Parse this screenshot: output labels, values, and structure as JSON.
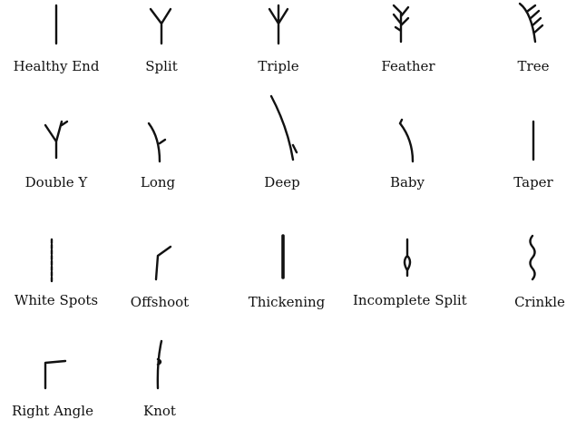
{
  "items": [
    {
      "label": "Healthy End",
      "icon": "healthy-end-icon"
    },
    {
      "label": "Split",
      "icon": "split-end-icon"
    },
    {
      "label": "Triple",
      "icon": "triple-split-icon"
    },
    {
      "label": "Feather",
      "icon": "feather-split-icon"
    },
    {
      "label": "Tree",
      "icon": "tree-split-icon"
    },
    {
      "label": "Double Y",
      "icon": "double-y-icon"
    },
    {
      "label": "Long",
      "icon": "long-split-icon"
    },
    {
      "label": "Deep",
      "icon": "deep-split-icon"
    },
    {
      "label": "Baby",
      "icon": "baby-split-icon"
    },
    {
      "label": "Taper",
      "icon": "taper-icon"
    },
    {
      "label": "White Spots",
      "icon": "white-spots-icon"
    },
    {
      "label": "Offshoot",
      "icon": "offshoot-icon"
    },
    {
      "label": "Thickening",
      "icon": "thickening-icon"
    },
    {
      "label": "Incomplete Split",
      "icon": "incomplete-split-icon"
    },
    {
      "label": "Crinkle",
      "icon": "crinkle-icon"
    },
    {
      "label": "Right Angle",
      "icon": "right-angle-icon"
    },
    {
      "label": "Knot",
      "icon": "knot-icon"
    }
  ]
}
